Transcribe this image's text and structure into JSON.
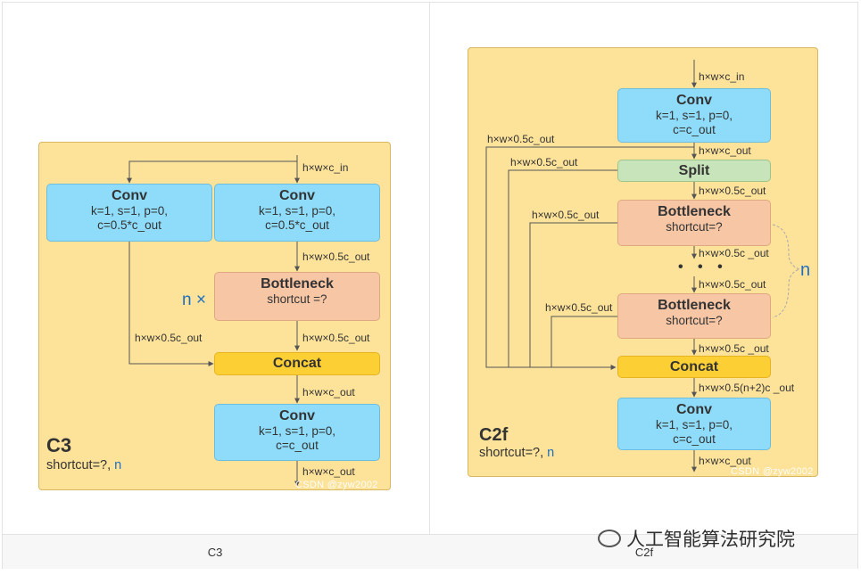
{
  "left": {
    "title": "C3",
    "subtitle_text": "shortcut=?, ",
    "subtitle_n": "n",
    "caption": "C3",
    "conv_left": {
      "title": "Conv",
      "line1": "k=1, s=1, p=0,",
      "line2": "c=0.5*c_out"
    },
    "conv_right": {
      "title": "Conv",
      "line1": "k=1, s=1, p=0,",
      "line2": "c=0.5*c_out"
    },
    "bottleneck": {
      "title": "Bottleneck",
      "line1": "shortcut =?"
    },
    "n_times": "n ×",
    "concat": "Concat",
    "conv_out": {
      "title": "Conv",
      "line1": "k=1, s=1, p=0,",
      "line2": "c=c_out"
    },
    "labels": {
      "in": "h×w×c_in",
      "after_conv": "h×w×0.5c_out",
      "side": "h×w×0.5c_out",
      "after_bott": "h×w×0.5c_out",
      "after_concat": "h×w×c_out",
      "out": "h×w×c_out"
    },
    "watermark": "CSDN @zyw2002"
  },
  "right": {
    "title": "C2f",
    "subtitle_text": "shortcut=?, ",
    "subtitle_n": "n",
    "caption": "C2f",
    "conv_top": {
      "title": "Conv",
      "line1": "k=1, s=1, p=0,",
      "line2": "c=c_out"
    },
    "split": "Split",
    "bottleneck1": {
      "title": "Bottleneck",
      "line1": "shortcut=?"
    },
    "bottleneck2": {
      "title": "Bottleneck",
      "line1": "shortcut=?"
    },
    "dots": "• • •",
    "n_label": "n",
    "concat": "Concat",
    "conv_out": {
      "title": "Conv",
      "line1": "k=1, s=1, p=0,",
      "line2": "c=c_out"
    },
    "labels": {
      "in": "h×w×c_in",
      "side1": "h×w×0.5c_out",
      "after_conv": "h×w×c_out",
      "side2": "h×w×0.5c_out",
      "after_split": "h×w×0.5c_out",
      "side3": "h×w×0.5c_out",
      "after_b1": "h×w×0.5c _out",
      "before_b2": "h×w×0.5c_out",
      "side4": "h×w×0.5c_out",
      "after_b2": "h×w×0.5c _out",
      "after_concat": "h×w×0.5(n+2)c _out",
      "out": "h×w×c_out"
    },
    "watermark": "CSDN @zyw2002"
  },
  "overlay_watermark": "人工智能算法研究院"
}
